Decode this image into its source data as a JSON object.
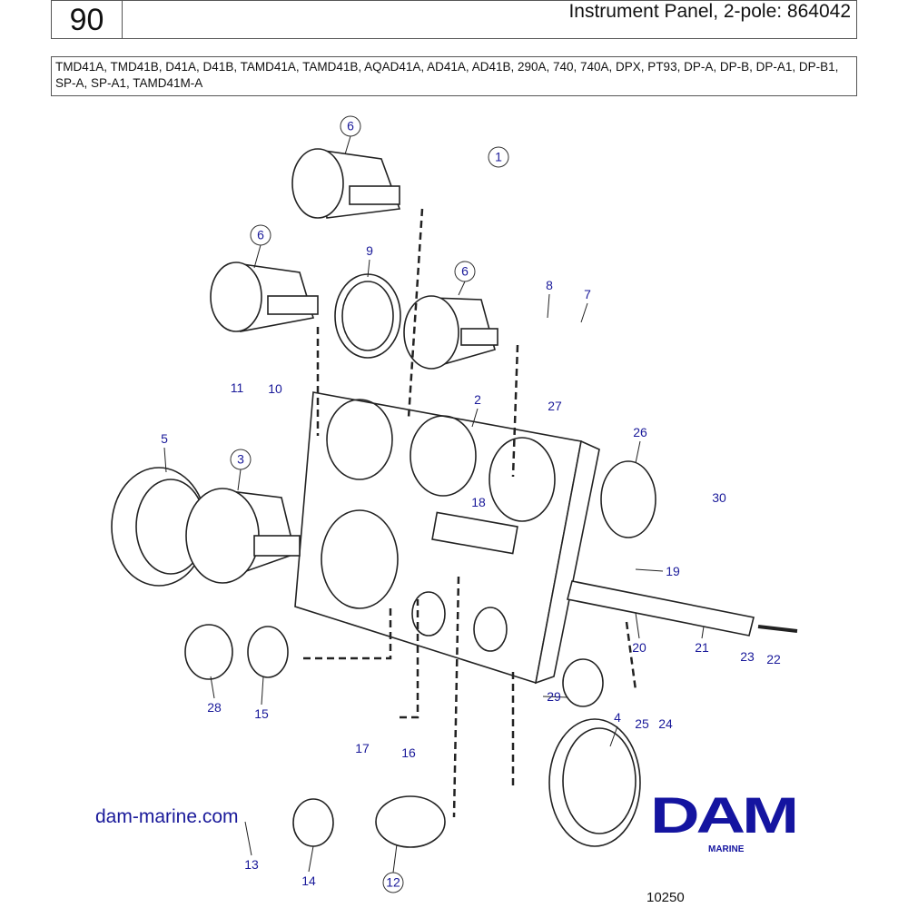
{
  "header": {
    "section_number": "90",
    "title": "Instrument Panel, 2-pole: 864042"
  },
  "models": "TMD41A, TMD41B, D41A, D41B, TAMD41A, TAMD41B, AQAD41A, AD41A, AD41B, 290A, 740, 740A, DPX, PT93, DP-A, DP-B, DP-A1, DP-B1, SP-A, SP-A1, TAMD41M-A",
  "callouts": [
    "6",
    "1",
    "6",
    "9",
    "6",
    "8",
    "7",
    "11",
    "10",
    "2",
    "27",
    "5",
    "3",
    "26",
    "30",
    "18",
    "19",
    "20",
    "21",
    "23",
    "22",
    "29",
    "25",
    "24",
    "4",
    "28",
    "15",
    "17",
    "16",
    "13",
    "14",
    "12"
  ],
  "website": "dam-marine.com",
  "logo": {
    "name": "DAM",
    "subtitle": "MARINE",
    "color": "#1414a0"
  },
  "figure_number": "10250",
  "watermark": "DAM"
}
